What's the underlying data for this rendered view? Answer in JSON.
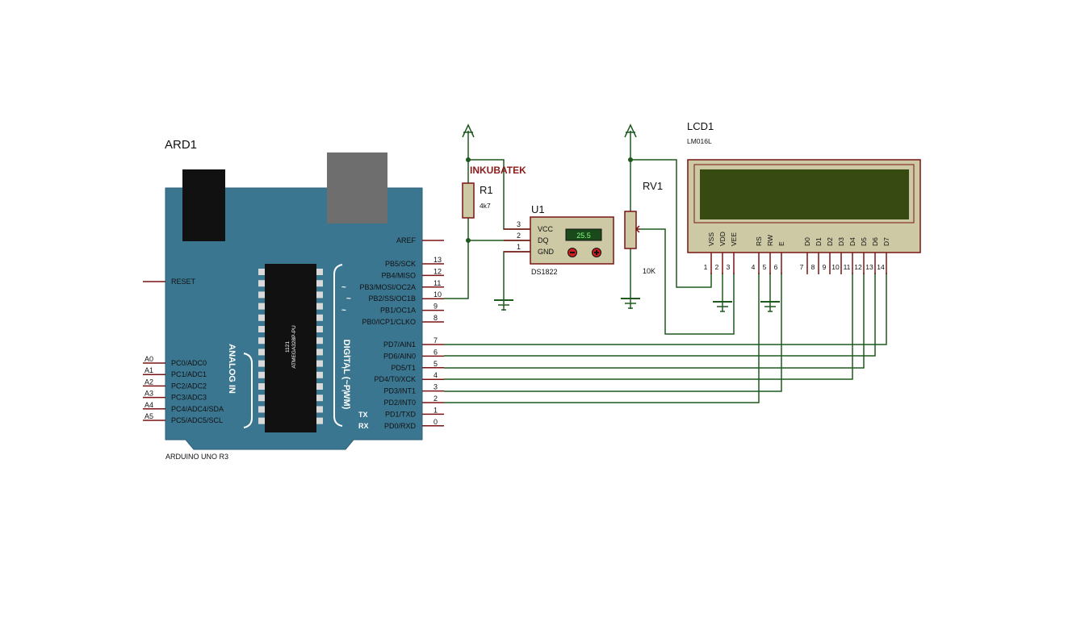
{
  "colors": {
    "wire": "#1e5a1e",
    "pin": "#7a1414",
    "board": "#3b7691",
    "board_edge": "#2c5e75",
    "chip": "#111111",
    "component_fill": "#cdc9a5",
    "component_stroke": "#7a1414",
    "lcd_glass": "#374a12",
    "usb": "#6e6e6e",
    "jack": "#111111",
    "label_accent": "#8b1a1a",
    "white_text": "#ffffff"
  },
  "ard1": {
    "ref": "ARD1",
    "model": "ARDUINO UNO R3",
    "chip_line1": "1121",
    "chip_line2": "ATMEGA328P-PU",
    "analog_label": "ANALOG IN",
    "digital_label": "DIGITAL (~PWM)",
    "aref": "AREF",
    "reset": "RESET",
    "tx": "TX",
    "rx": "RX",
    "tilde": "~",
    "analog_pins": [
      {
        "alias": "A0",
        "name": "PC0/ADC0"
      },
      {
        "alias": "A1",
        "name": "PC1/ADC1"
      },
      {
        "alias": "A2",
        "name": "PC2/ADC2"
      },
      {
        "alias": "A3",
        "name": "PC3/ADC3"
      },
      {
        "alias": "A4",
        "name": "PC4/ADC4/SDA"
      },
      {
        "alias": "A5",
        "name": "PC5/ADC5/SCL"
      }
    ],
    "digital_pins": [
      {
        "num": "13",
        "name": "PB5/SCK"
      },
      {
        "num": "12",
        "name": "PB4/MISO"
      },
      {
        "num": "11",
        "name": "PB3/MOSI/OC2A"
      },
      {
        "num": "10",
        "name": "PB2/SS/OC1B"
      },
      {
        "num": "9",
        "name": "PB1/OC1A"
      },
      {
        "num": "8",
        "name": "PB0/ICP1/CLKO"
      },
      {
        "num": "7",
        "name": "PD7/AIN1"
      },
      {
        "num": "6",
        "name": "PD6/AIN0"
      },
      {
        "num": "5",
        "name": "PD5/T1"
      },
      {
        "num": "4",
        "name": "PD4/T0/XCK"
      },
      {
        "num": "3",
        "name": "PD3/INT1"
      },
      {
        "num": "2",
        "name": "PD2/INT0"
      },
      {
        "num": "1",
        "name": "PD1/TXD"
      },
      {
        "num": "0",
        "name": "PD0/RXD"
      }
    ]
  },
  "r1": {
    "ref": "R1",
    "value": "4k7"
  },
  "project_label": "INKUBATEK",
  "u1": {
    "ref": "U1",
    "part": "DS1822",
    "reading": "25.5",
    "pins": [
      {
        "num": "3",
        "name": "VCC"
      },
      {
        "num": "2",
        "name": "DQ"
      },
      {
        "num": "1",
        "name": "GND"
      }
    ]
  },
  "rv1": {
    "ref": "RV1",
    "value": "10K"
  },
  "lcd1": {
    "ref": "LCD1",
    "part": "LM016L",
    "pins": [
      {
        "num": "1",
        "name": "VSS"
      },
      {
        "num": "2",
        "name": "VDD"
      },
      {
        "num": "3",
        "name": "VEE"
      },
      {
        "num": "4",
        "name": "RS"
      },
      {
        "num": "5",
        "name": "RW"
      },
      {
        "num": "6",
        "name": "E"
      },
      {
        "num": "7",
        "name": "D0"
      },
      {
        "num": "8",
        "name": "D1"
      },
      {
        "num": "9",
        "name": "D2"
      },
      {
        "num": "10",
        "name": "D3"
      },
      {
        "num": "11",
        "name": "D4"
      },
      {
        "num": "12",
        "name": "D5"
      },
      {
        "num": "13",
        "name": "D6"
      },
      {
        "num": "14",
        "name": "D7"
      }
    ]
  }
}
